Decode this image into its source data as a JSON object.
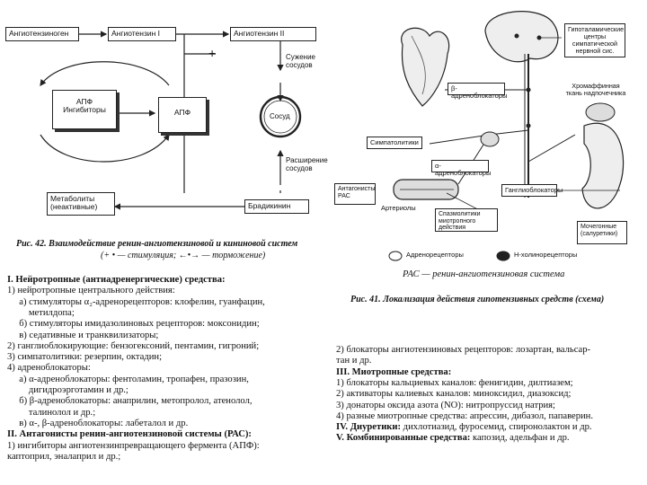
{
  "left_diagram": {
    "angiotensinogen": "Ангиотензиноген",
    "angiotensin1": "Ангиотензин I",
    "angiotensin2": "Ангиотензин II",
    "plus": "+",
    "narrowing": "Сужение сосудов",
    "apf_inhibitors": "АПФ Ингибиторы",
    "apf": "АПФ",
    "vessel": "Сосуд",
    "expansion": "Расширение сосудов",
    "metabolites": "Метаболиты (неактивные)",
    "bradykinin": "Брадикинин",
    "caption_line1": "Рис. 42. Взаимодействие ренин-ангиотензиновой и кининовой систем",
    "caption_line2": "(+ • — стимуляция; ←•→ — торможение)"
  },
  "right_diagram": {
    "hypothalamic": "Гипоталамические центры симпатической нервной сис.",
    "beta_blockers": "β-адреноблокаторы",
    "sympatholytics": "Симпатолитики",
    "alpha_blockers": "α-адреноблокаторы",
    "ganglioblockers": "Ганглиоблокаторы",
    "chromaffin": "Хромаффинная ткань надпочечника",
    "antagonists_ras": "Антагонисты РАС",
    "arterioles": "Артериолы",
    "myotropic": "Спазмолитики миотропного действия",
    "diuretics": "Мочегонные (салуретики)",
    "legend_adreno": "Адренорецепторы",
    "legend_cholino": "Н-холинорецепторы",
    "ras_note": "РАС — ренин-ангиотензиновая система",
    "caption": "Рис. 41. Локализация действия гипотензивных средств (схема)"
  },
  "left_text": [
    {
      "b": "I. Нейротропные (антиадренергические) средства:",
      "t": ""
    },
    {
      "b": "",
      "t": "1)  нейротропные центрального действия:"
    },
    {
      "b": "",
      "t": "     а) стимуляторы α₂-адренорецепторов: клофелин, гуанфацин,"
    },
    {
      "b": "",
      "t": "         метилдопа;"
    },
    {
      "b": "",
      "t": "     б) стимуляторы имидазолиновых рецепторов: моксонидин;"
    },
    {
      "b": "",
      "t": "     в) седативные и транквилизаторы;"
    },
    {
      "b": "",
      "t": "2)  ганглиоблокирующие: бензогексоний, пентамин, гигроний;"
    },
    {
      "b": "",
      "t": "3)  симпатолитики: резерпин, октадин;"
    },
    {
      "b": "",
      "t": "4)  адреноблокаторы:"
    },
    {
      "b": "",
      "t": "     а) α-адреноблокаторы: фентоламин, тропафен, празозин,"
    },
    {
      "b": "",
      "t": "         дигидроэрготамин и др.;"
    },
    {
      "b": "",
      "t": "     б) β-адреноблокаторы: анаприлин, метопролол, атенолол,"
    },
    {
      "b": "",
      "t": "         талинолол и др.;"
    },
    {
      "b": "",
      "t": "     в) α-, β-адреноблокаторы: лабеталол и др."
    },
    {
      "b": "II. Антагонисты ренин-ангиотензиновой системы (РАС):",
      "t": ""
    },
    {
      "b": "",
      "t": "1)  ингибиторы ангиотензинпревращающего фермента (АПФ):"
    },
    {
      "b": "",
      "t": "каптоприл, эналаприл и др.;"
    }
  ],
  "right_text": [
    {
      "b": "",
      "t": "2)  блокаторы ангиотензиновых рецепторов: лозартан, вальсар-"
    },
    {
      "b": "",
      "t": "тан и др."
    },
    {
      "b": "III. Миотропные средства:",
      "t": ""
    },
    {
      "b": "",
      "t": "1)  блокаторы кальциевых каналов: фенигидин, дилтиазем;"
    },
    {
      "b": "",
      "t": "2)  активаторы калиевых каналов: миноксидил, диазоксид;"
    },
    {
      "b": "",
      "t": "3)  донаторы оксида азота (NO): нитропруссид натрия;"
    },
    {
      "b": "",
      "t": "4)  разные миотропные средства: апрессин, дибазол, папаверин."
    },
    {
      "b": "IV. Диуретики:",
      "t": " дихлотиазид, фуросемид, спиронолактон и др."
    },
    {
      "b": "V. Комбинированные средства:",
      "t": " капозид, адельфан и др."
    }
  ]
}
